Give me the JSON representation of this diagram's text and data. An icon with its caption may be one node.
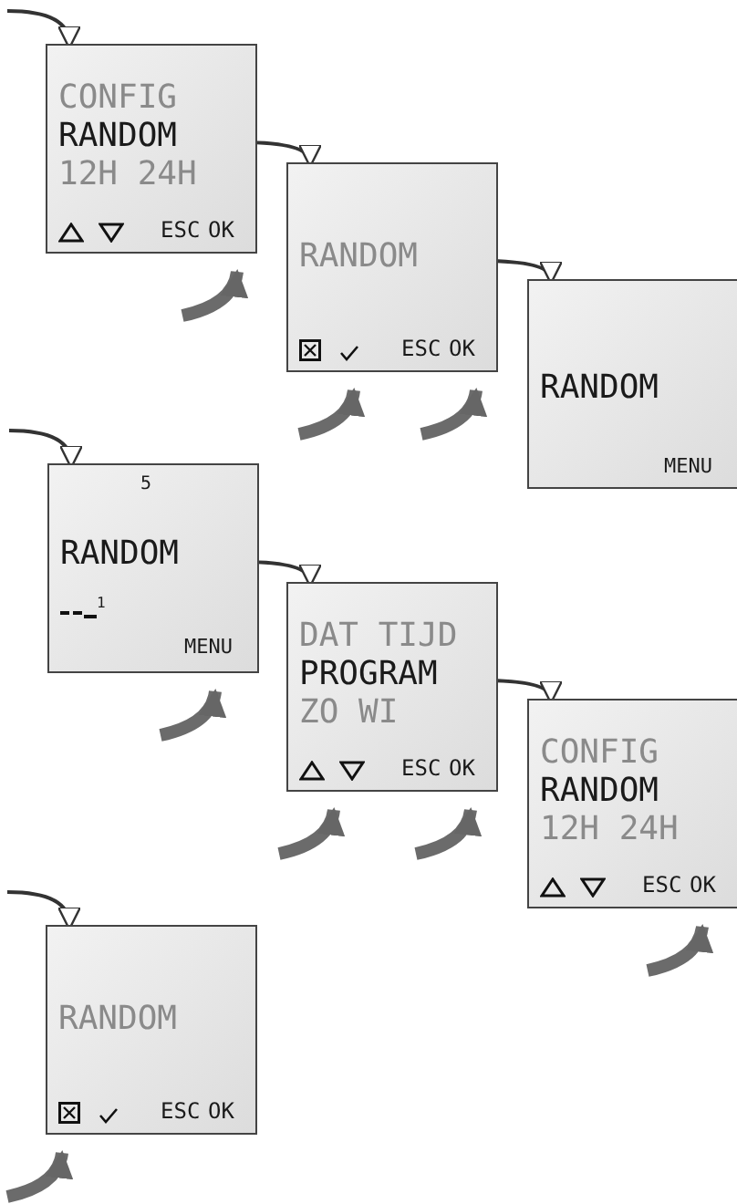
{
  "diagram": {
    "nodes": [
      {
        "text": [
          "CONFIG",
          "RANDOM",
          "12H 24H",
          "ESC",
          "OK"
        ]
      },
      {
        "text": [
          "RANDOM",
          "ESC",
          "OK"
        ]
      },
      {
        "text": [
          "RANDOM",
          "MENU"
        ]
      },
      {
        "text": [
          "5",
          "RANDOM",
          "1",
          "MENU"
        ]
      },
      {
        "text": [
          "DAT TIJD",
          "PROGRAM",
          "ZO WI",
          "ESC",
          "OK"
        ]
      },
      {
        "text": [
          "CONFIG",
          "RANDOM",
          "12H 24H",
          "ESC",
          "OK"
        ]
      },
      {
        "text": [
          "RANDOM",
          "ESC",
          "OK"
        ]
      }
    ],
    "edges": [
      {
        "from": null,
        "to": 0,
        "arrow": "to"
      },
      {
        "from": 0,
        "to": 1,
        "arrow": "to"
      },
      {
        "from": 1,
        "to": 2,
        "arrow": "to"
      },
      {
        "from": null,
        "to": 3,
        "arrow": "to"
      },
      {
        "from": 3,
        "to": 4,
        "arrow": "to"
      },
      {
        "from": 4,
        "to": 5,
        "arrow": "to"
      },
      {
        "from": null,
        "to": 6,
        "arrow": "to"
      },
      {
        "from": null,
        "to": 0,
        "arrow": "to",
        "color": "#6b6b6b"
      },
      {
        "from": null,
        "to": 1,
        "arrow": "to",
        "color": "#6b6b6b"
      },
      {
        "from": null,
        "to": 1,
        "arrow": "to",
        "color": "#6b6b6b"
      },
      {
        "from": null,
        "to": 3,
        "arrow": "to",
        "color": "#6b6b6b"
      },
      {
        "from": null,
        "to": 4,
        "arrow": "to",
        "color": "#6b6b6b"
      },
      {
        "from": null,
        "to": 4,
        "arrow": "to",
        "color": "#6b6b6b"
      },
      {
        "from": null,
        "to": 5,
        "arrow": "to",
        "color": "#6b6b6b"
      },
      {
        "from": null,
        "to": 6,
        "arrow": "to",
        "color": "#6b6b6b"
      }
    ]
  }
}
